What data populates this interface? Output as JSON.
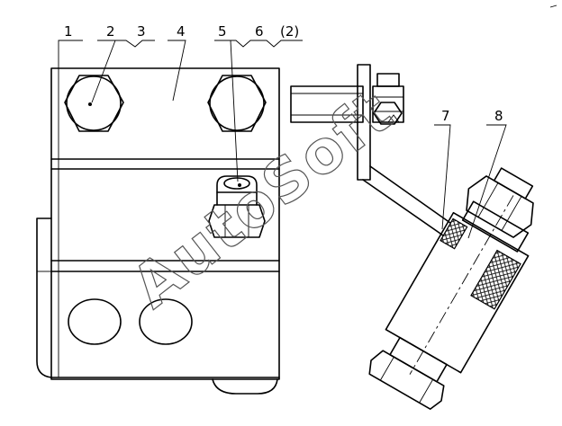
{
  "callouts": [
    {
      "id": "c1",
      "text": "1"
    },
    {
      "id": "c2",
      "text": "2"
    },
    {
      "id": "c3",
      "text": "3"
    },
    {
      "id": "c4",
      "text": "4"
    },
    {
      "id": "c5",
      "text": "5"
    },
    {
      "id": "c6",
      "text": "6"
    },
    {
      "id": "c6b",
      "text": "(2)"
    },
    {
      "id": "c7",
      "text": "7"
    },
    {
      "id": "c8",
      "text": "8"
    }
  ],
  "watermark": "AutoSoft",
  "colors": {
    "line": "#000000",
    "background": "#ffffff",
    "watermark": "#555555"
  }
}
